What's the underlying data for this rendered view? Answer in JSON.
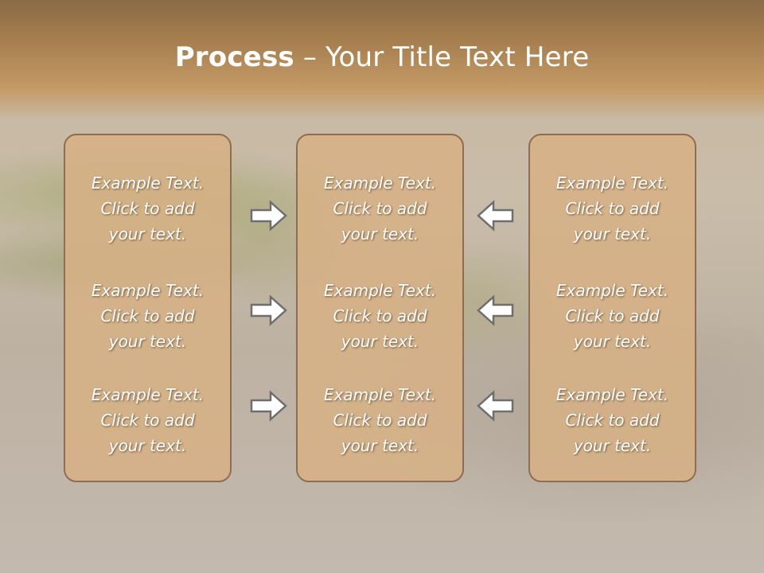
{
  "title": {
    "bold": "Process",
    "rest": " – Your Title Text Here"
  },
  "columns": [
    {
      "blocks": [
        {
          "line1": "Example Text.",
          "line2": "Click  to add",
          "line3": "your text."
        },
        {
          "line1": "Example Text.",
          "line2": "Click  to add",
          "line3": "your text."
        },
        {
          "line1": "Example Text.",
          "line2": "Click  to add",
          "line3": "your text."
        }
      ]
    },
    {
      "blocks": [
        {
          "line1": "Example Text.",
          "line2": "Click  to add",
          "line3": "your text."
        },
        {
          "line1": "Example Text.",
          "line2": "Click  to add",
          "line3": "your text."
        },
        {
          "line1": "Example Text.",
          "line2": "Click  to add",
          "line3": "your text."
        }
      ]
    },
    {
      "blocks": [
        {
          "line1": "Example Text.",
          "line2": "Click  to add",
          "line3": "your text."
        },
        {
          "line1": "Example Text.",
          "line2": "Click  to add",
          "line3": "your text."
        },
        {
          "line1": "Example Text.",
          "line2": "Click  to add",
          "line3": "your text."
        }
      ]
    }
  ],
  "arrows": {
    "left_group": [
      "arrow-right-icon",
      "arrow-right-icon",
      "arrow-right-icon"
    ],
    "right_group": [
      "arrow-left-icon",
      "arrow-left-icon",
      "arrow-left-icon"
    ]
  },
  "colors": {
    "title_band": "#a77f50",
    "panel_fill": "#d6b085",
    "panel_border": "#8e6e52",
    "text": "#ffffff",
    "arrow_fill": "#ffffff",
    "arrow_stroke": "#6e6e6e"
  }
}
